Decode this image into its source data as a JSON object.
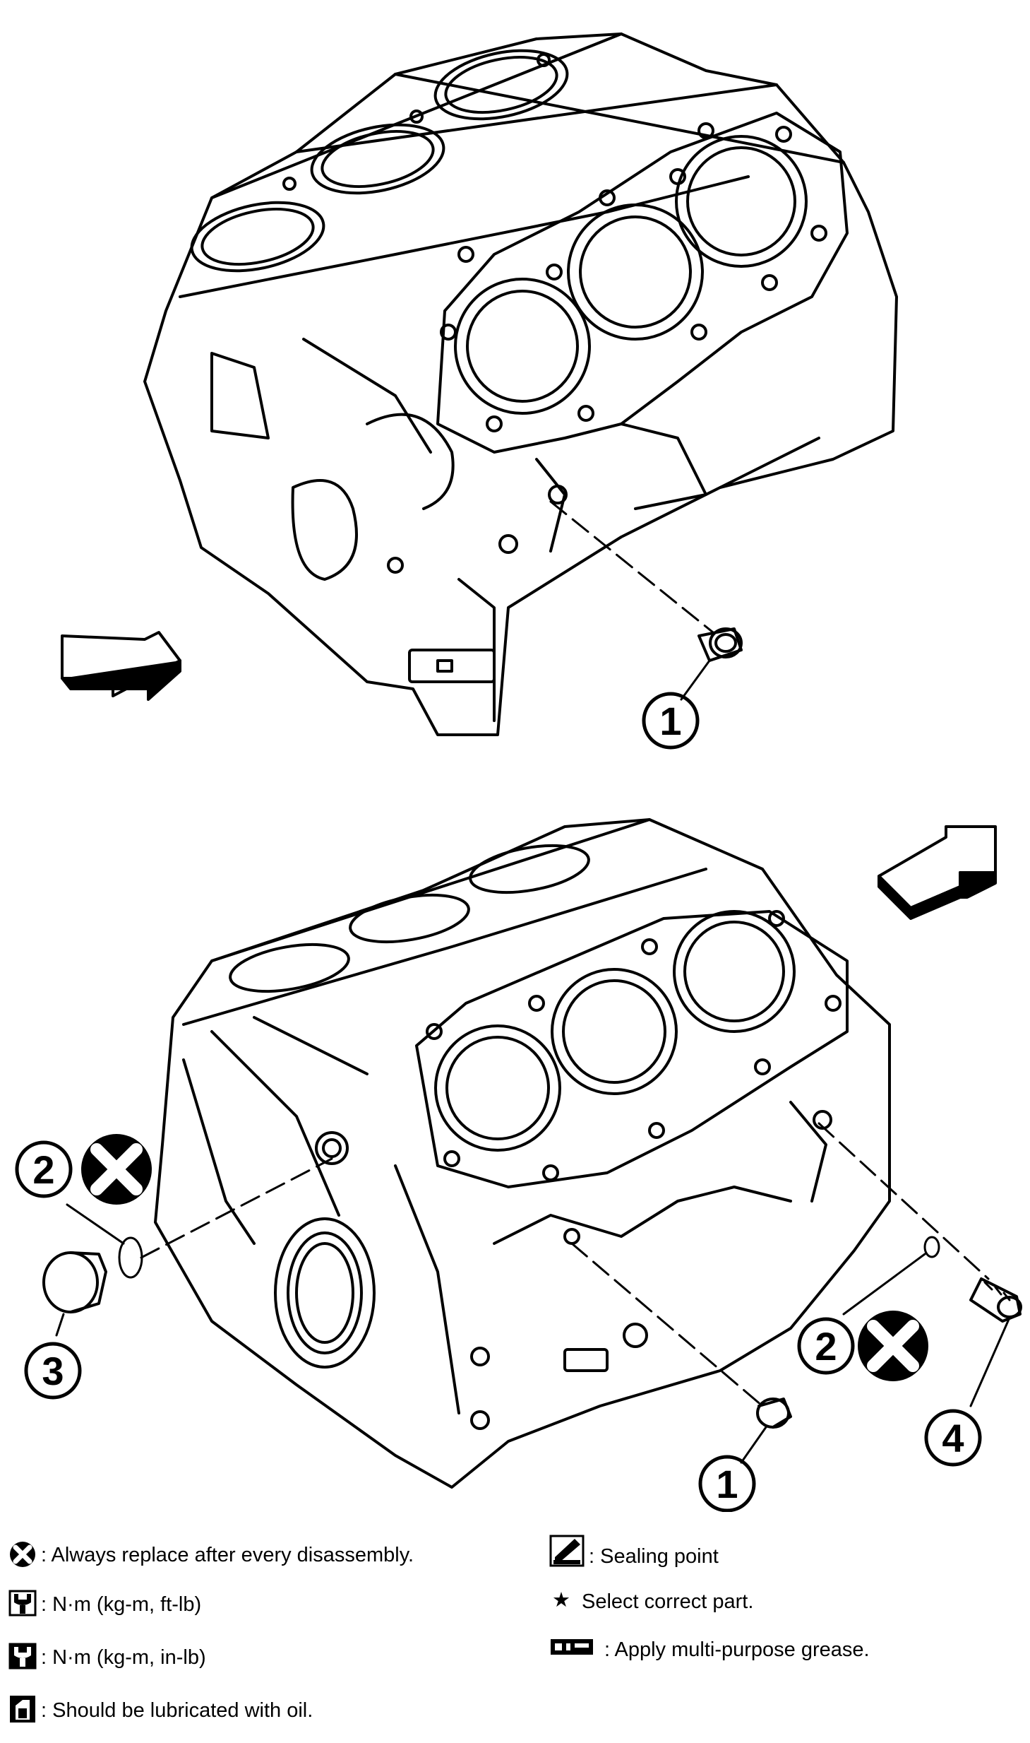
{
  "callouts": {
    "upper_1": "1",
    "lower_1": "1",
    "lower_2_left": "2",
    "lower_2_right": "2",
    "lower_3": "3",
    "lower_4": "4"
  },
  "legend": {
    "replace": ": Always replace after every disassembly.",
    "torque_ft": ": N·m (kg-m, ft-lb)",
    "torque_in": ": N·m (kg-m, in-lb)",
    "oil": ": Should be lubricated with oil.",
    "sealing": ": Sealing point",
    "select_star": "★",
    "select": "Select correct part.",
    "grease": ": Apply multi-purpose grease."
  },
  "icons": [
    "replace-x-icon",
    "torque-wrench-icon",
    "torque-wrench-filled-icon",
    "oil-can-icon",
    "sealant-icon",
    "grease-icon",
    "front-arrow-icon"
  ]
}
